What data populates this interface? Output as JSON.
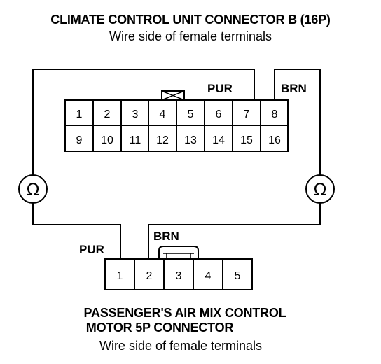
{
  "top_connector": {
    "title": "CLIMATE CONTROL UNIT CONNECTOR B (16P)",
    "subtitle": "Wire side of female terminals",
    "row1": [
      "1",
      "2",
      "3",
      "4",
      "5",
      "6",
      "7",
      "8"
    ],
    "row2": [
      "9",
      "10",
      "11",
      "12",
      "13",
      "14",
      "15",
      "16"
    ],
    "wire_pur": "PUR",
    "wire_brn": "BRN"
  },
  "meters": {
    "left_symbol": "Ω",
    "right_symbol": "Ω"
  },
  "bottom_connector": {
    "pins": [
      "1",
      "2",
      "3",
      "4",
      "5"
    ],
    "wire_pur": "PUR",
    "wire_brn": "BRN",
    "title_line1": "PASSENGER'S AIR MIX CONTROL",
    "title_line2": "MOTOR 5P CONNECTOR",
    "subtitle": "Wire side of female terminals"
  }
}
